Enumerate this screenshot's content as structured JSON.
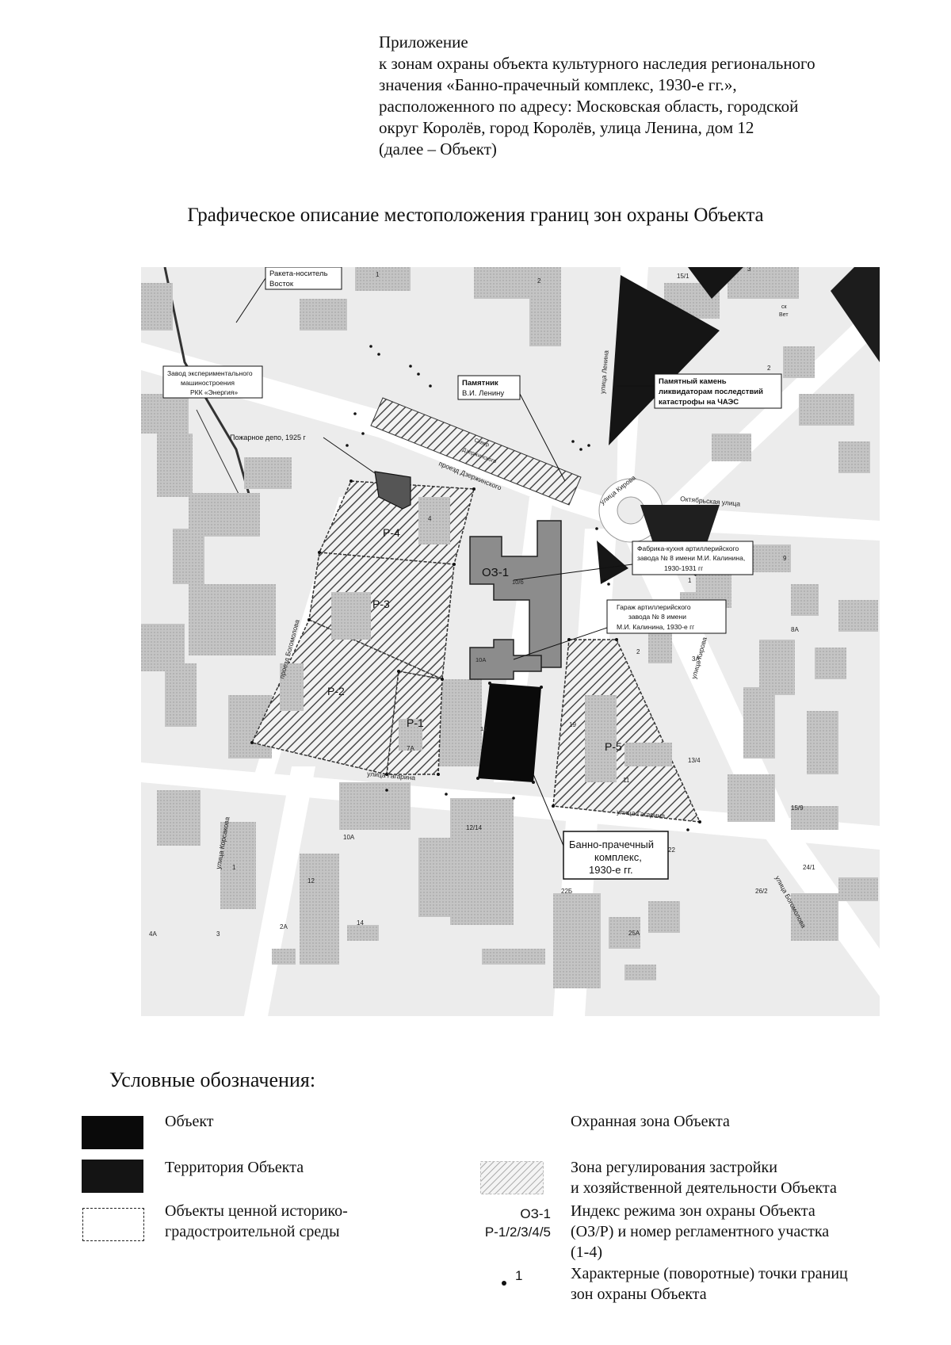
{
  "header": {
    "lines": [
      "Приложение",
      "к зонам охраны объекта культурного наследия регионального",
      "значения «Банно-прачечный комплекс, 1930-е гг.»,",
      "расположенного по адресу: Московская область, городской",
      "округ Королёв, город Королёв, улица Ленина, дом 12",
      "(далее – Объект)"
    ]
  },
  "title": "Графическое описание местоположения границ зон охраны Объекта",
  "map": {
    "callouts": {
      "rocket": [
        "Ракета-носитель",
        "Восток"
      ],
      "plant": [
        "Завод экспериментального",
        "машиностроения",
        "РКК «Энергия»"
      ],
      "fire_depot": "Пожарное депо, 1925 г",
      "lenin_monument": [
        "Памятник",
        "В.И. Ленину"
      ],
      "memorial_stone": [
        "Памятный камень",
        "ликвидаторам последствий",
        "катастрофы на ЧАЭС"
      ],
      "factory_kitchen": [
        "Фабрика-кухня артиллерийского",
        "завода № 8 имени М.И. Калинина,",
        "1930-1931 гг"
      ],
      "garage": [
        "Гараж артиллерийского",
        "завода № 8 имени",
        "М.И. Калинина, 1930-е гг"
      ],
      "bathhouse": [
        "Банно-прачечный",
        "комплекс,",
        "1930-е гг."
      ]
    },
    "zones": {
      "oz1": "ОЗ-1",
      "p1": "Р-1",
      "p2": "Р-2",
      "p3": "Р-3",
      "p4": "Р-4",
      "p5": "Р-5"
    },
    "streets": {
      "lenina": "улица Ленина",
      "dzerzhinsky": "проезд Дзержинского",
      "oktyabrskaya": "Октябрьская улица",
      "kirova_top": "улица Кирова",
      "kirova_right": "улица Кирова",
      "gagarina": "улица Гагарина",
      "gagarina_right": "улица Гагарина",
      "bogomolova_left": "проезд Богомолова",
      "bogomolova_right": "улица Богомолова",
      "korsakova": "улица Корсакова"
    },
    "building_numbers": {
      "b1": "1",
      "b2": "2",
      "b15_1": "15/1",
      "b3": "3",
      "b10b": "10/б",
      "b10a": "10А",
      "b12": "12",
      "b2b": "2",
      "b19": "19",
      "b13_4": "13/4",
      "b11": "11",
      "b15_9": "15/9",
      "b22": "22",
      "b12_14": "12/14",
      "b10a_b": "10А",
      "b1b": "1",
      "b12b": "12",
      "b14": "14",
      "b2a": "2А",
      "b4a": "4А",
      "b3b": "3",
      "b25a": "25А",
      "b22b": "22Б",
      "b24_1": "24/1",
      "b26_2": "26/2",
      "b3a": "3А",
      "b9": "9",
      "b1c": "1",
      "b8a": "8А",
      "b7a": "7А",
      "b4": "4",
      "b2c": "2"
    },
    "square_fragment": [
      "ск",
      "Вет"
    ],
    "park_label": [
      "Сквер",
      "Дзержинского"
    ]
  },
  "legend": {
    "title": "Условные обозначения:",
    "object": "Объект",
    "territory": "Территория Объекта",
    "valuable": [
      "Объекты ценной историко-",
      "градостроительной среды"
    ],
    "protection_zone": "Охранная зона Объекта",
    "regulation_zone": [
      "Зона регулирования застройки",
      "и хозяйственной деятельности Объекта"
    ],
    "index_sample": [
      "ОЗ-1",
      "Р-1/2/3/4/5"
    ],
    "index_text": [
      "Индекс режима зон охраны Объекта",
      "(ОЗ/Р) и номер регламентного участка",
      "(1-4)"
    ],
    "point_sample": "1",
    "point_text": [
      "Характерные (поворотные) точки границ",
      "зон охраны Объекта"
    ]
  },
  "colors": {
    "object": "#0a0a0a",
    "territory": "#1a1a1a",
    "protection_zone": "#8a8a8a",
    "building": "#c9c9c9",
    "hatch": "#555555"
  }
}
